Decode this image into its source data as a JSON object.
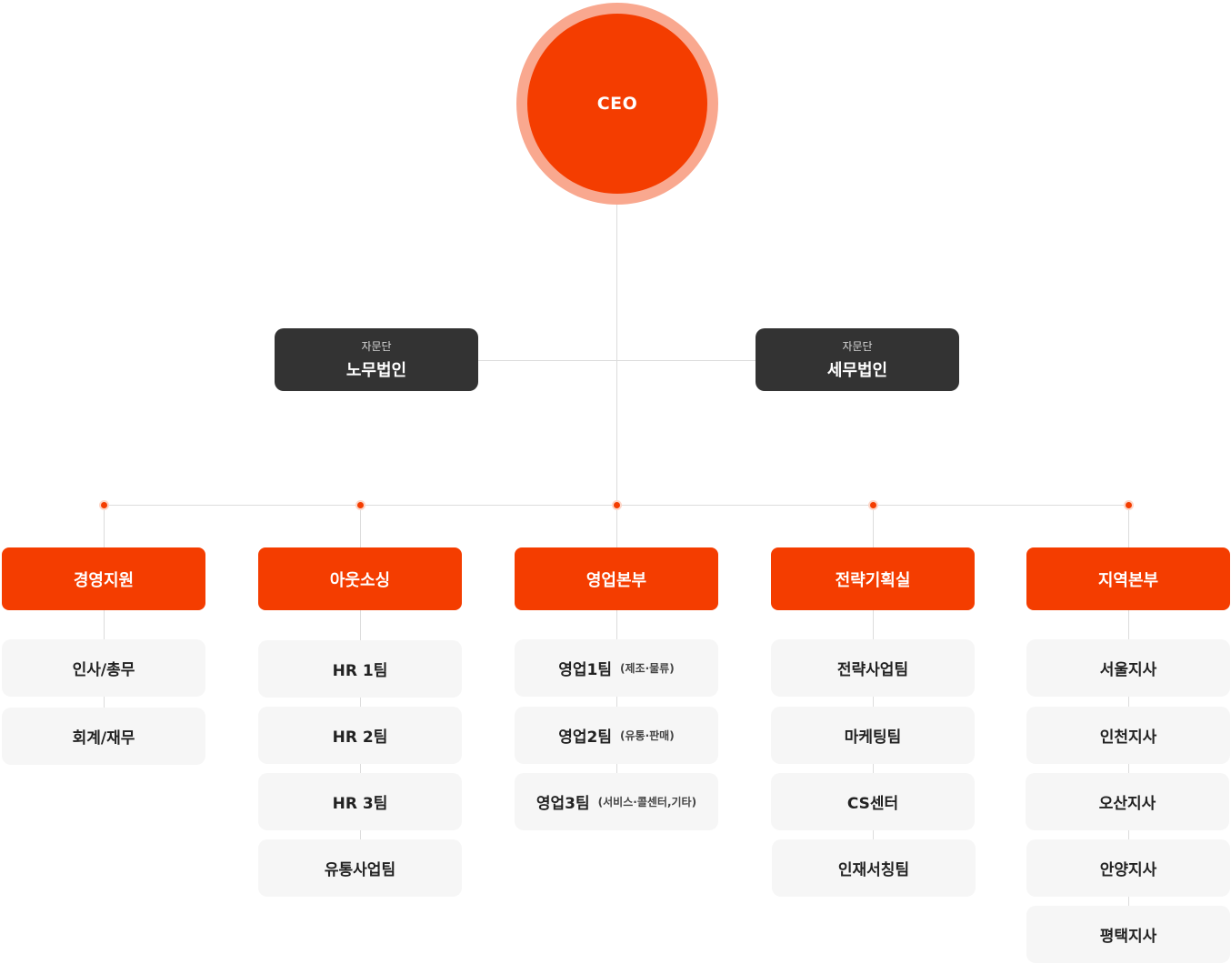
{
  "ceo": {
    "label": "CEO"
  },
  "advisors": [
    {
      "sub": "자문단",
      "name": "노무법인"
    },
    {
      "sub": "자문단",
      "name": "세무법인"
    }
  ],
  "departments": [
    {
      "name": "경영지원",
      "teams": [
        {
          "name": "인사/총무"
        },
        {
          "name": "회계/재무"
        }
      ]
    },
    {
      "name": "아웃소싱",
      "teams": [
        {
          "name": "HR 1팀"
        },
        {
          "name": "HR 2팀"
        },
        {
          "name": "HR 3팀"
        },
        {
          "name": "유통사업팀"
        }
      ]
    },
    {
      "name": "영업본부",
      "teams": [
        {
          "name": "영업1팀",
          "note": "(제조·물류)"
        },
        {
          "name": "영업2팀",
          "note": "(유통·판매)"
        },
        {
          "name": "영업3팀",
          "note": "(서비스·콜센터,기타)"
        }
      ]
    },
    {
      "name": "전략기획실",
      "teams": [
        {
          "name": "전략사업팀"
        },
        {
          "name": "마케팅팀"
        },
        {
          "name": "CS센터"
        },
        {
          "name": "인재서칭팀"
        }
      ]
    },
    {
      "name": "지역본부",
      "teams": [
        {
          "name": "서울지사"
        },
        {
          "name": "인천지사"
        },
        {
          "name": "오산지사"
        },
        {
          "name": "안양지사"
        },
        {
          "name": "평택지사"
        }
      ]
    }
  ],
  "colors": {
    "primary": "#f43d00",
    "ring": "#f9a88f",
    "advisor": "#333333",
    "team_bg": "#f6f6f6",
    "line": "#dcdcdc"
  }
}
